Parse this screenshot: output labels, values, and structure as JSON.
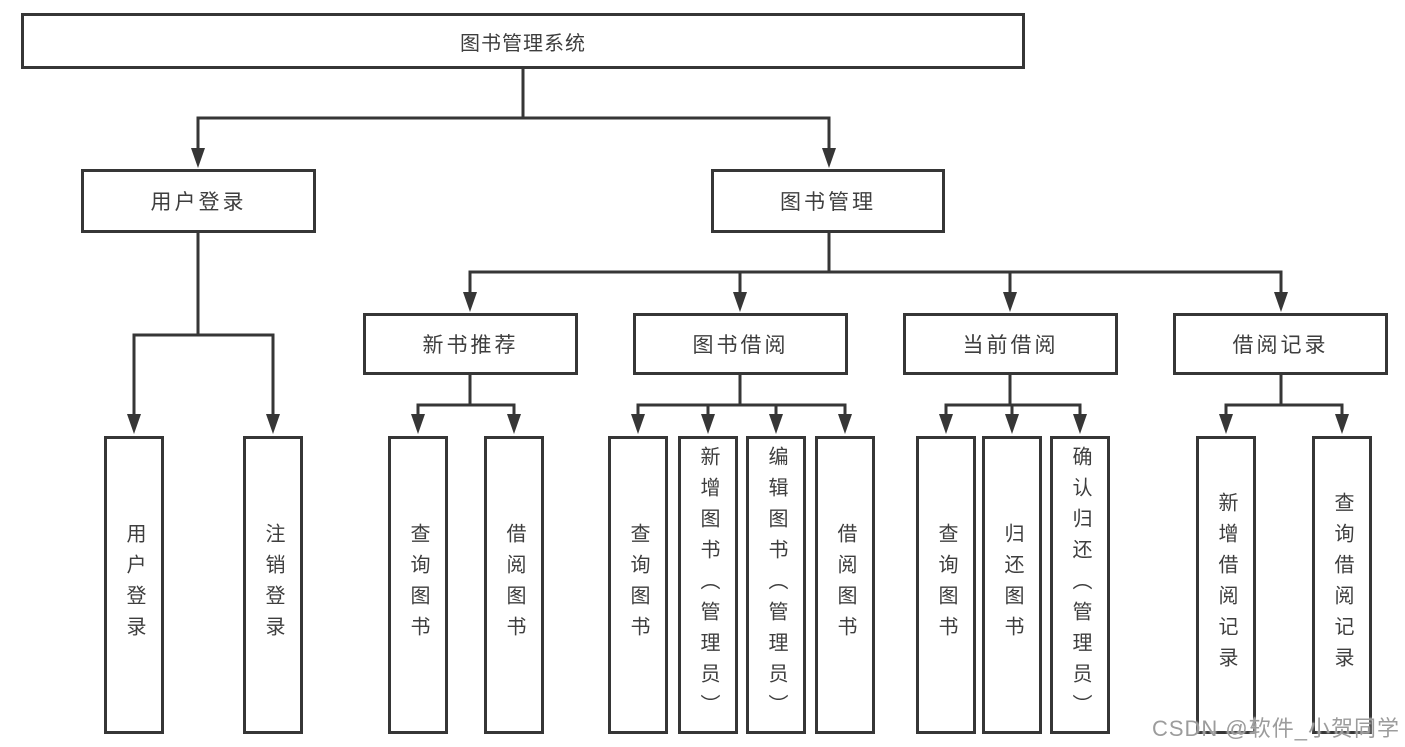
{
  "diagram": {
    "root": {
      "label": "图书管理系统"
    },
    "branches": [
      {
        "label": "用户登录",
        "children": [
          {
            "label": "用户登录"
          },
          {
            "label": "注销登录"
          }
        ]
      },
      {
        "label": "图书管理",
        "children": [
          {
            "label": "新书推荐",
            "children": [
              {
                "label": "查询图书"
              },
              {
                "label": "借阅图书"
              }
            ]
          },
          {
            "label": "图书借阅",
            "children": [
              {
                "label": "查询图书"
              },
              {
                "label": "新增图书（管理员）"
              },
              {
                "label": "编辑图书（管理员）"
              },
              {
                "label": "借阅图书"
              }
            ]
          },
          {
            "label": "当前借阅",
            "children": [
              {
                "label": "查询图书"
              },
              {
                "label": "归还图书"
              },
              {
                "label": "确认归还（管理员）"
              }
            ]
          },
          {
            "label": "借阅记录",
            "children": [
              {
                "label": "新增借阅记录"
              },
              {
                "label": "查询借阅记录"
              }
            ]
          }
        ]
      }
    ]
  },
  "watermark": "CSDN @软件_小贺同学",
  "colors": {
    "line": "#363636",
    "text": "#3e3e3e",
    "watermark": "#9c9c9c",
    "background": "#ffffff"
  }
}
